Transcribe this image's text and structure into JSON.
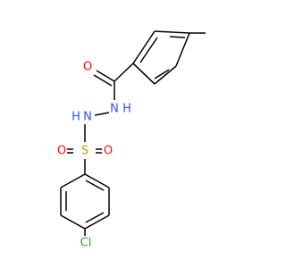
{
  "molecule": {
    "atoms": {
      "oxygen_carbonyl": {
        "text": "O",
        "color": "#ff0d0d"
      },
      "nitrogen_amide": {
        "text": "N",
        "color": "#3050f8"
      },
      "hydrogen_amide": {
        "text": "H",
        "color": "#3050f8"
      },
      "nitrogen_hydrazide": {
        "text": "N",
        "color": "#3050f8"
      },
      "hydrogen_hydrazide": {
        "text": "H",
        "color": "#3050f8"
      },
      "sulfur": {
        "text": "S",
        "color": "#b2a000"
      },
      "oxygen_sulfonyl_left": {
        "text": "O",
        "color": "#ff0d0d"
      },
      "oxygen_sulfonyl_right": {
        "text": "O",
        "color": "#ff0d0d"
      },
      "chlorine": {
        "text": "Cl",
        "color": "#1fb01f"
      }
    },
    "bond_color": "#000000"
  }
}
